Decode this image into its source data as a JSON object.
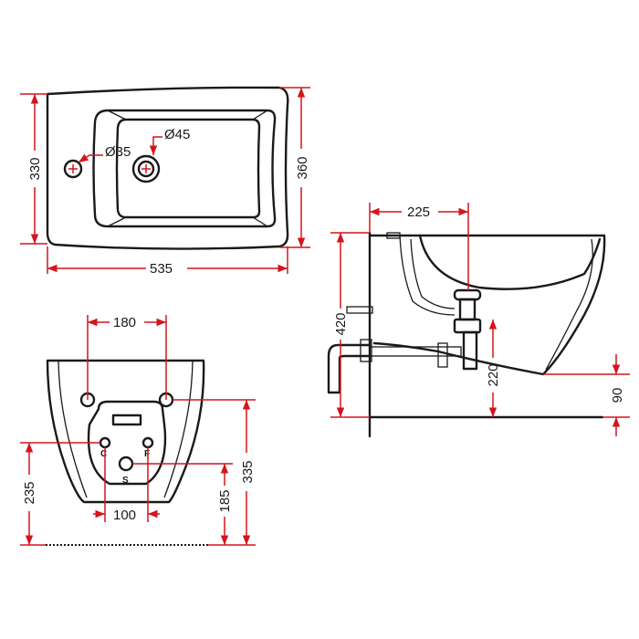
{
  "colors": {
    "dimension": "#d4141c",
    "outline": "#1a1a1a",
    "background": "#ffffff"
  },
  "top_view": {
    "width": "535",
    "depth_inner": "330",
    "depth_outer": "360",
    "hole_small": "Ø35",
    "hole_large": "Ø45"
  },
  "side_view": {
    "depth": "225",
    "height": "420",
    "outlet_height": "220",
    "floor_gap": "90"
  },
  "rear_view": {
    "fix_spacing": "180",
    "fix_height": "335",
    "inlet_height": "235",
    "outlet_height": "185",
    "inlet_spacing": "100",
    "tags": {
      "cold": "C",
      "hot": "F",
      "waste": "S"
    }
  }
}
